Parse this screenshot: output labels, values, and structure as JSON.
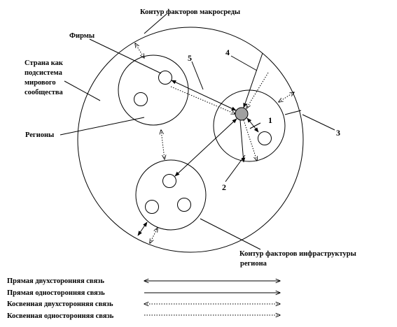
{
  "colors": {
    "stroke": "#000000",
    "background": "#ffffff",
    "central_node": "#a0a0a0"
  },
  "labels": {
    "macro_contour": "Контур факторов макросреды",
    "firms": "Фирмы",
    "country_line1": "Страна как",
    "country_line2": "подсистема",
    "country_line3": "мирового",
    "country_line4": "сообщества",
    "regions": "Регионы",
    "infra_line1": "Контур   факторов   инфраструктуры",
    "infra_line2": "региона"
  },
  "numbers": {
    "n1": "1",
    "n2": "2",
    "n3": "3",
    "n4": "4",
    "n5": "5"
  },
  "legend": [
    {
      "label": "Прямая двухсторонняя связь",
      "style": "solid",
      "arrows": "both"
    },
    {
      "label": "Прямая односторонняя связь",
      "style": "solid",
      "arrows": "end"
    },
    {
      "label": "Косвенная двухсторонняя связь",
      "style": "dotted",
      "arrows": "both"
    },
    {
      "label": "Косвенная односторонняя связь",
      "style": "dotted",
      "arrows": "end"
    }
  ]
}
